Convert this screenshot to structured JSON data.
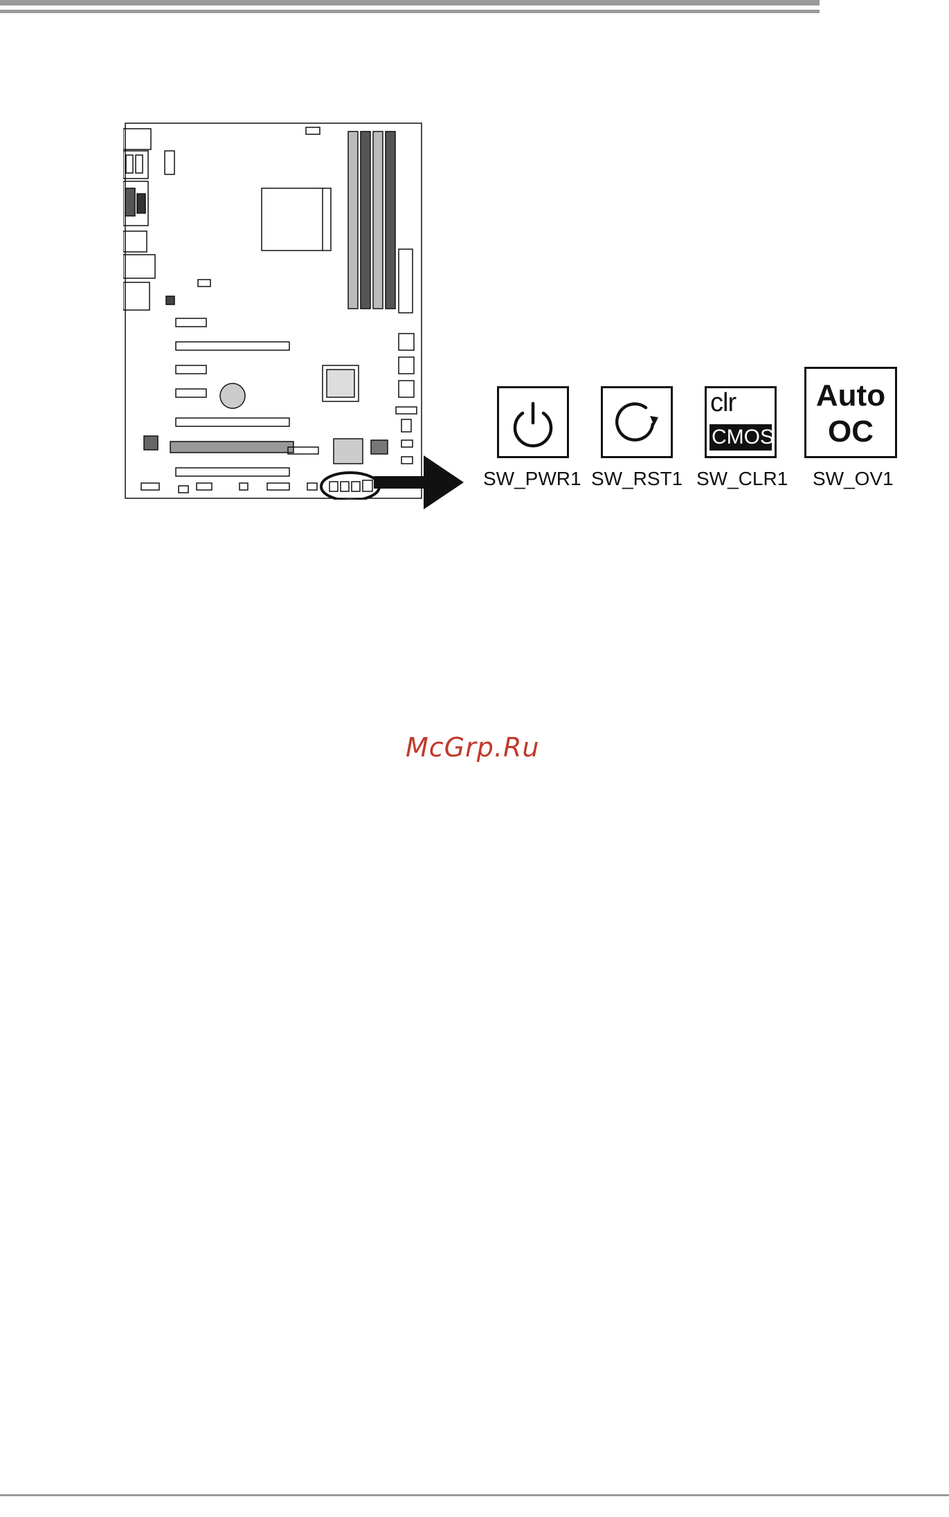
{
  "switches": [
    {
      "id": "sw_pwr1",
      "label": "SW_PWR1",
      "icon": "power-icon"
    },
    {
      "id": "sw_rst1",
      "label": "SW_RST1",
      "icon": "reset-icon"
    },
    {
      "id": "sw_clr1",
      "label": "SW_CLR1",
      "icon_text_top": "clr",
      "icon_text_bottom": "CMOS"
    },
    {
      "id": "sw_ov1",
      "label": "SW_OV1",
      "icon_text_top": "Auto",
      "icon_text_bottom": "OC"
    }
  ],
  "watermark": "McGrp.Ru",
  "colors": {
    "ink": "#111111",
    "watermark": "#c0392b",
    "rule": "#9a9a9a"
  }
}
